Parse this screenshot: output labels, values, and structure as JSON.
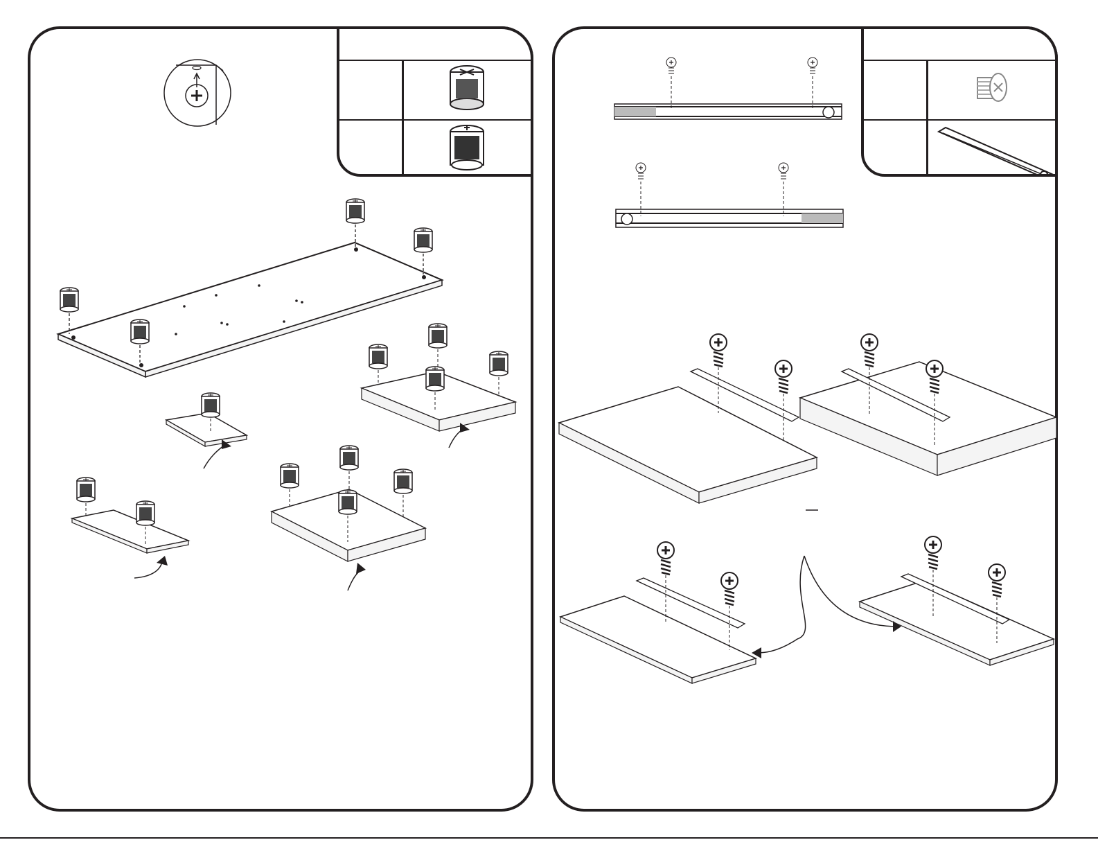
{
  "page": {
    "panels": [
      {
        "id": "left",
        "step_content": "cam-lock-insertion",
        "parts": [
          {
            "icon": "cam-lock-icon"
          },
          {
            "icon": "cam-lock-housing-icon"
          }
        ]
      },
      {
        "id": "right",
        "step_content": "drawer-slide-installation",
        "parts": [
          {
            "icon": "screw-icon"
          },
          {
            "icon": "drawer-slide-icon"
          }
        ]
      }
    ]
  },
  "colors": {
    "line": "#231f20",
    "background": "#ffffff",
    "board_edge": "#f4f4f4"
  }
}
